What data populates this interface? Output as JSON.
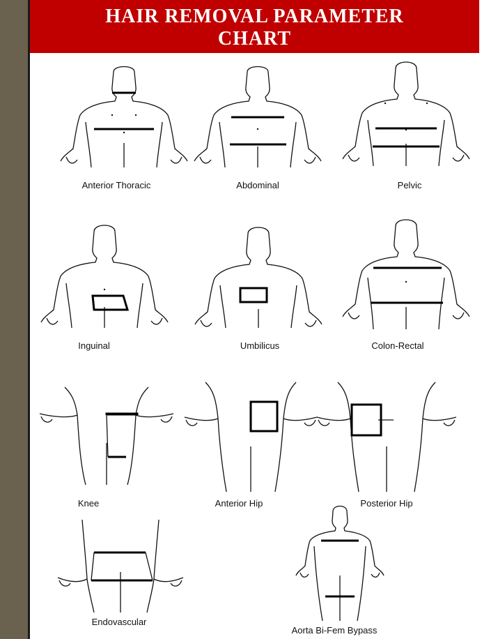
{
  "header": {
    "title_line1": "HAIR REMOVAL PARAMETER",
    "title_line2": "CHART"
  },
  "regions": [
    {
      "label": "Anterior Thoracic"
    },
    {
      "label": "Abdominal"
    },
    {
      "label": "Pelvic"
    },
    {
      "label": "Inguinal"
    },
    {
      "label": "Umbilicus"
    },
    {
      "label": "Colon-Rectal"
    },
    {
      "label": "Knee"
    },
    {
      "label": "Anterior Hip"
    },
    {
      "label": "Posterior Hip"
    },
    {
      "label": "Endovascular"
    },
    {
      "label": "Aorta Bi-Fem Bypass"
    }
  ],
  "colors": {
    "banner": "#c00000",
    "banner_text": "#ffffff",
    "frame": "#6b614f"
  }
}
